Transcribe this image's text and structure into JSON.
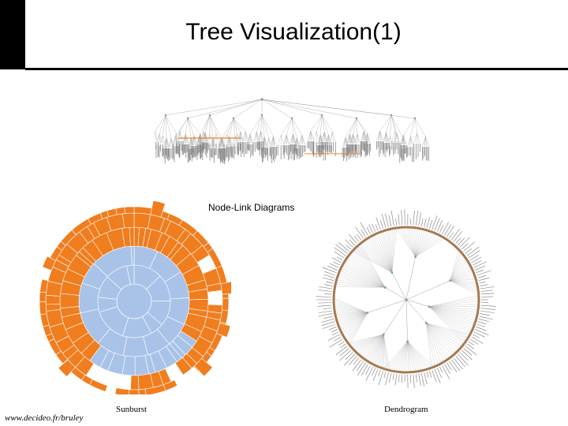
{
  "slide": {
    "title": "Tree Visualization(1)",
    "footer_url": "www.decideo.fr/bruley"
  },
  "captions": {
    "node_link": "Node-Link Diagrams",
    "sunburst": "Sunburst",
    "dendrogram": "Dendrogram"
  },
  "colors": {
    "orange": "#f07d1e",
    "blue": "#a9c3e8",
    "gray_line": "#a0a0a0",
    "brown_ring": "#a6784e",
    "node_teal": "#5aa0b8"
  }
}
